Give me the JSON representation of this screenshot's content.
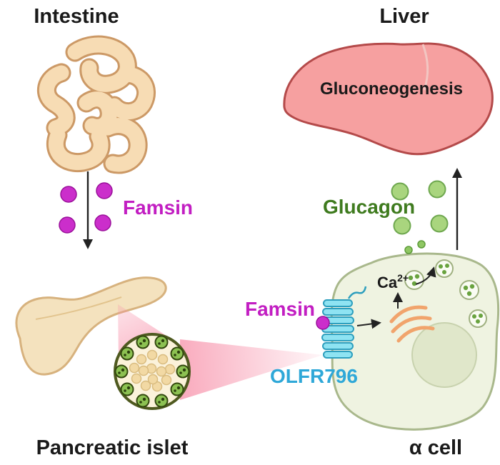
{
  "figure": {
    "labels": {
      "intestine": "Intestine",
      "liver": "Liver",
      "gluconeogenesis": "Gluconeogenesis",
      "famsin_secreted": "Famsin",
      "glucagon": "Glucagon",
      "famsin_ligand": "Famsin",
      "receptor": "OLFR796",
      "calcium": "Ca",
      "calcium_sup": "2+",
      "pancreatic_islet": "Pancreatic islet",
      "alpha_cell": "α cell"
    },
    "colors": {
      "famsin_magenta": "#C21EC2",
      "glucagon_green": "#3F7B1F",
      "receptor_cyan": "#2FA8D8",
      "text_black": "#1A1A1A",
      "liver_pink": "#F6A0A0",
      "intestine_tan": "#F7DCB4",
      "pancreas_tan": "#F4E2BE",
      "islet_cell_green": "#8CC152",
      "glucagon_vesicle_green": "#A9D57E",
      "beam_pink": "#F78FA8",
      "er_orange": "#F1A46C",
      "cell_fill": "#EFF3E1"
    }
  }
}
